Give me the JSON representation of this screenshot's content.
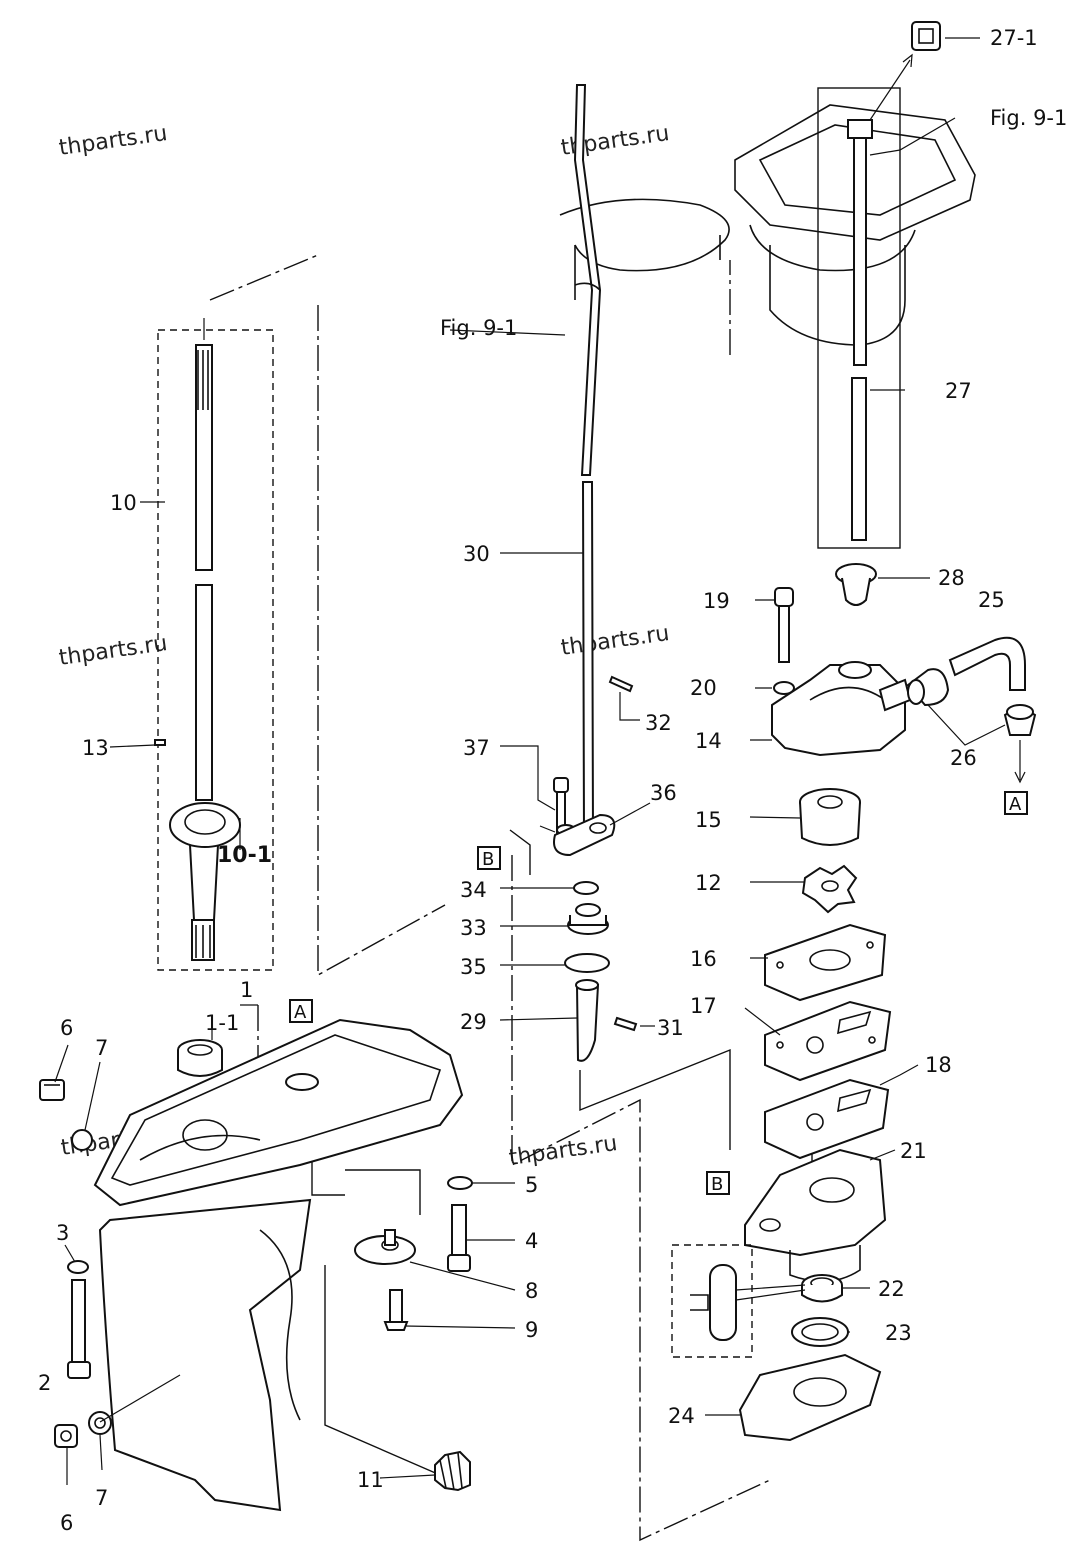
{
  "watermark": "thparts.ru",
  "reference_box_letters": {
    "a": "A",
    "b": "B"
  },
  "callouts": {
    "c27_1": "27-1",
    "fig_right": "Fig. 9-1",
    "fig_left": "Fig. 9-1",
    "c27": "27",
    "c28": "28",
    "c25": "25",
    "c19": "19",
    "c20": "20",
    "c26": "26",
    "c14": "14",
    "c15": "15",
    "c12": "12",
    "c16": "16",
    "c17": "17",
    "c18": "18",
    "c21": "21",
    "c22": "22",
    "c23": "23",
    "c24": "24",
    "c30": "30",
    "c32": "32",
    "c37": "37",
    "c36": "36",
    "c34": "34",
    "c33": "33",
    "c35": "35",
    "c29": "29",
    "c31": "31",
    "c10": "10",
    "c13": "13",
    "c10_1": "10-1",
    "c1": "1",
    "c1_1": "1-1",
    "c6a": "6",
    "c7a": "7",
    "c3": "3",
    "c2": "2",
    "c6b": "6",
    "c7b": "7",
    "c5": "5",
    "c4": "4",
    "c8": "8",
    "c9": "9",
    "c11": "11"
  }
}
